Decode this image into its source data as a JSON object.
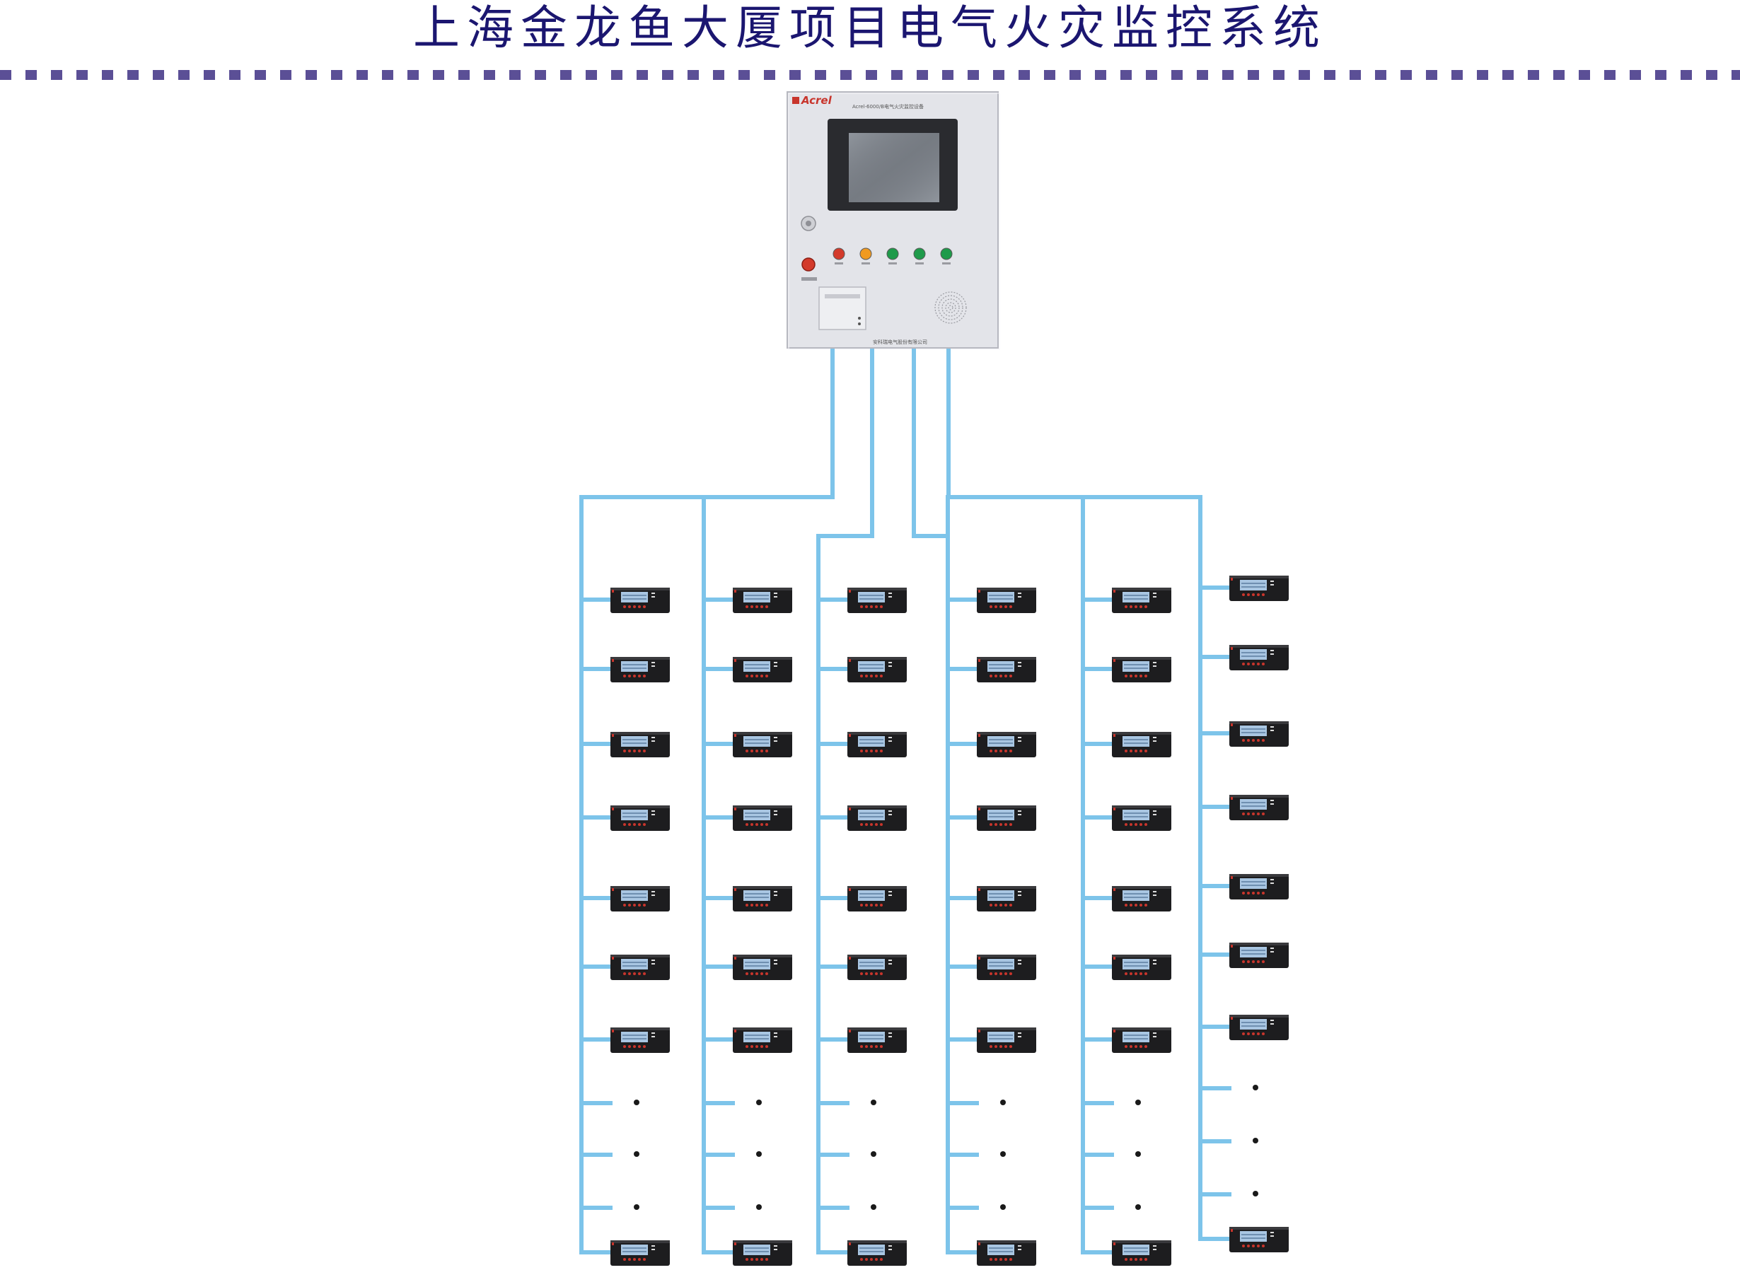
{
  "title": "上海金龙鱼大厦项目电气火灾监控系统",
  "host": {
    "brand": "Acrel",
    "model_label": "Acrel-6000/B电气火灾监控设备",
    "company_label": "安科瑞电气股份有限公司"
  },
  "colors": {
    "title": "#1b1670",
    "divider": "#5b4f96",
    "bus": "#7dc4ea",
    "panel": "#e3e4e9",
    "device_body": "#1d1d1f",
    "device_screen": "#a9c6e2",
    "device_accent": "#c8352c"
  },
  "branches": [
    {
      "devices": 8,
      "ellipsis": 3
    },
    {
      "devices": 8,
      "ellipsis": 3
    },
    {
      "devices": 8,
      "ellipsis": 3
    },
    {
      "devices": 8,
      "ellipsis": 3
    },
    {
      "devices": 8,
      "ellipsis": 3
    },
    {
      "devices": 8,
      "ellipsis": 3
    }
  ]
}
